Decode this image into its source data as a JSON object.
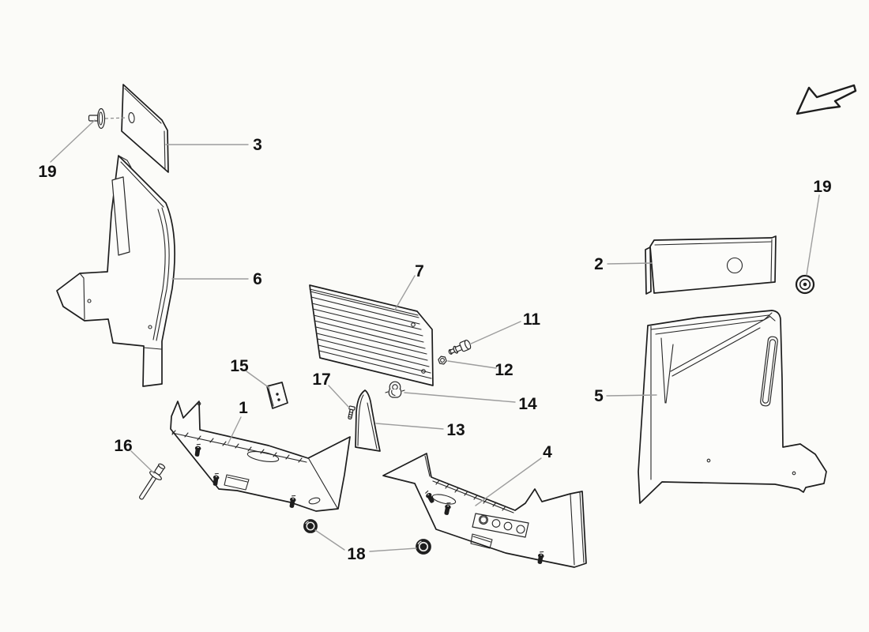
{
  "diagram": {
    "type": "exploded-parts-line-drawing",
    "colors": {
      "background": "#fbfbf8",
      "line": "#1d1d1d",
      "leader": "#9d9d9d",
      "label": "#131313"
    },
    "callouts": [
      {
        "label": "19"
      },
      {
        "label": "3"
      },
      {
        "label": "6"
      },
      {
        "label": "7"
      },
      {
        "label": "11"
      },
      {
        "label": "12"
      },
      {
        "label": "14"
      },
      {
        "label": "13"
      },
      {
        "label": "15"
      },
      {
        "label": "17"
      },
      {
        "label": "1"
      },
      {
        "label": "16"
      },
      {
        "label": "4"
      },
      {
        "label": "18"
      },
      {
        "label": "2"
      },
      {
        "label": "19"
      },
      {
        "label": "5"
      }
    ],
    "icons": [
      {
        "name": "direction-arrow-icon",
        "meaning": "outline arrow pointing to lower-left"
      }
    ]
  }
}
